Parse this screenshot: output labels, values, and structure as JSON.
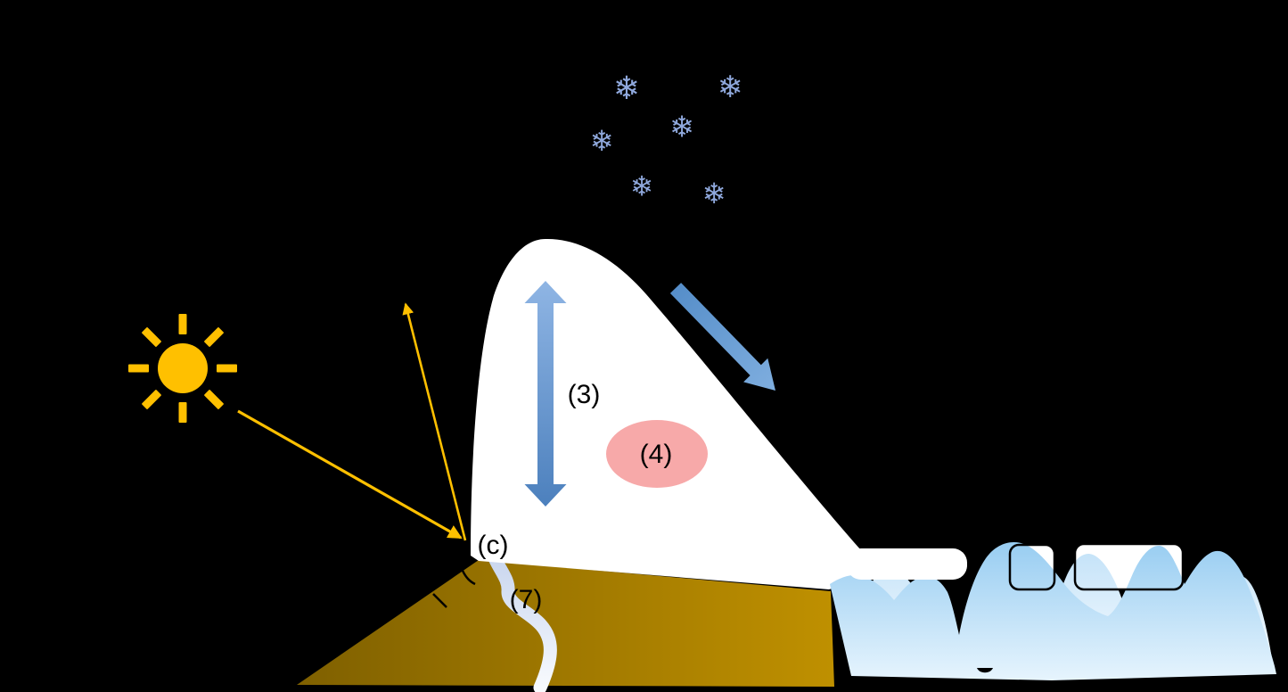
{
  "diagram": {
    "background_color": "#000000",
    "labels": {
      "label_3": "(3)",
      "label_4": "(4)",
      "label_c": "(c)",
      "label_7": "(7)"
    },
    "icons": {
      "snowflake": "❄",
      "sun": "sun-disc-with-8-rays",
      "double_headed_arrow": "vertical-double-arrow",
      "flow_arrow": "diagonal-down-right-arrow"
    },
    "colors": {
      "sun": "#FFC000",
      "sun_ray_lines": "#FFC000",
      "snowflake": "#8FA8DC",
      "glacier": "#FFFFFF",
      "arrow_blue_light": "#8FB5E4",
      "arrow_blue_dark": "#4C80BD",
      "ellipse_pink": "#F7A9A9",
      "ground_dark": "#7F6000",
      "ground_light": "#BF9000",
      "river_light": "#C9D6EE",
      "water_top": "#96CCF1",
      "water_bottom": "#EAF6FE",
      "box_fill": "#FFFFFF",
      "box_border": "#000000"
    }
  }
}
